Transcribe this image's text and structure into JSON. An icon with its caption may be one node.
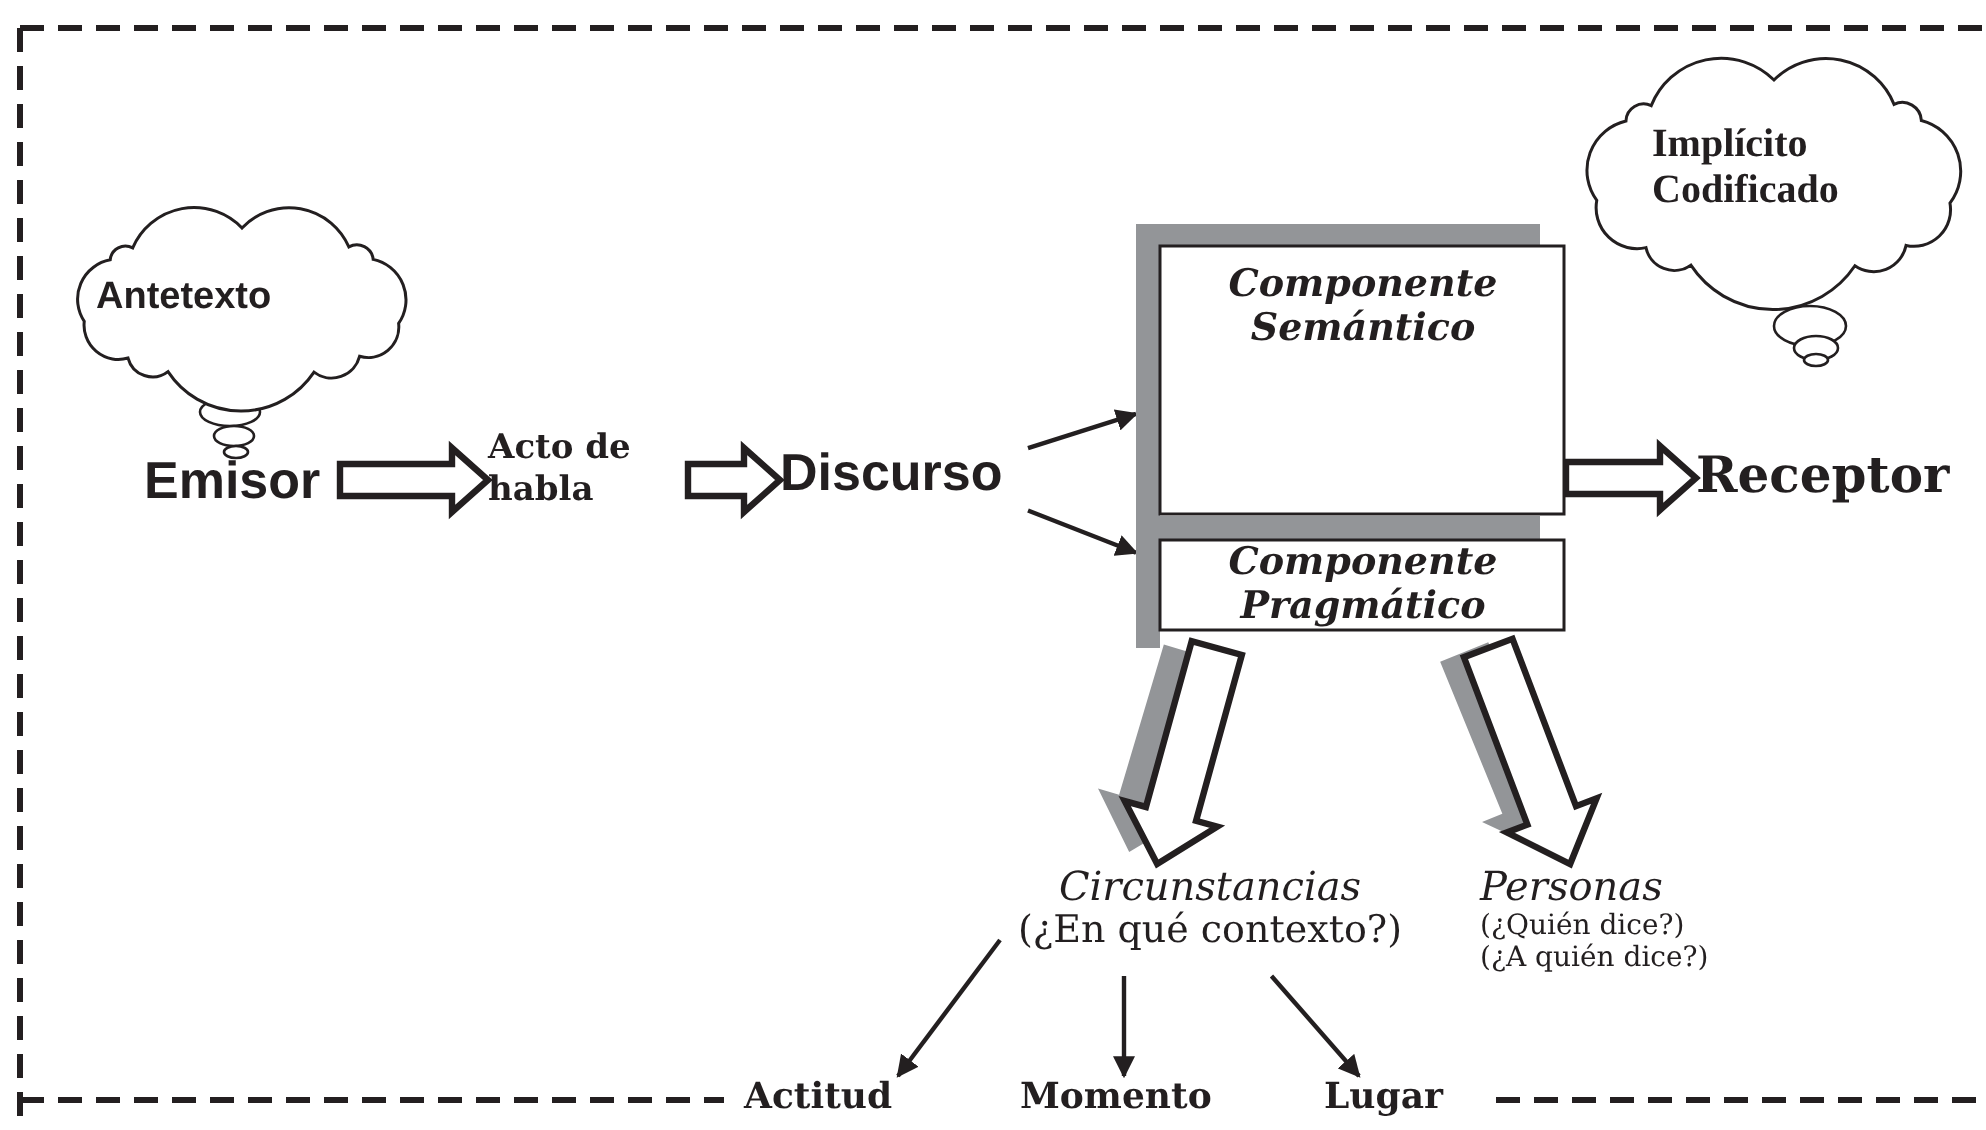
{
  "diagram": {
    "nodes": [
      {
        "text": [
          "Antetexto"
        ]
      },
      {
        "text": [
          "Emisor"
        ]
      },
      {
        "text": [
          "Acto de habla"
        ]
      },
      {
        "text": [
          "Discurso"
        ]
      },
      {
        "text": [
          "Componente Semántico"
        ]
      },
      {
        "text": [
          "Componente Pragmático"
        ]
      },
      {
        "text": [
          "Implícito Codificado"
        ]
      },
      {
        "text": [
          "Receptor"
        ]
      },
      {
        "text": [
          "Circunstancias",
          "(¿En qué contexto?)"
        ]
      },
      {
        "text": [
          "Personas",
          "(¿Quién dice?)",
          "(¿A quién dice?)"
        ]
      },
      {
        "text": [
          "Actitud"
        ]
      },
      {
        "text": [
          "Momento"
        ]
      },
      {
        "text": [
          "Lugar"
        ]
      }
    ],
    "edges": [
      {
        "from": 1,
        "to": 2,
        "arrow": "to",
        "style": "thick"
      },
      {
        "from": 2,
        "to": 3,
        "arrow": "to",
        "style": "thick"
      },
      {
        "from": 3,
        "to": 4,
        "arrow": "to"
      },
      {
        "from": 3,
        "to": 5,
        "arrow": "to"
      },
      {
        "from": 4,
        "to": 7,
        "arrow": "to",
        "style": "thick"
      },
      {
        "from": 5,
        "to": 8,
        "arrow": "to",
        "style": "thick"
      },
      {
        "from": 5,
        "to": 9,
        "arrow": "to",
        "style": "thick"
      },
      {
        "from": 8,
        "to": 10,
        "arrow": "to"
      },
      {
        "from": 8,
        "to": 11,
        "arrow": "to"
      },
      {
        "from": 8,
        "to": 12,
        "arrow": "to"
      }
    ]
  }
}
